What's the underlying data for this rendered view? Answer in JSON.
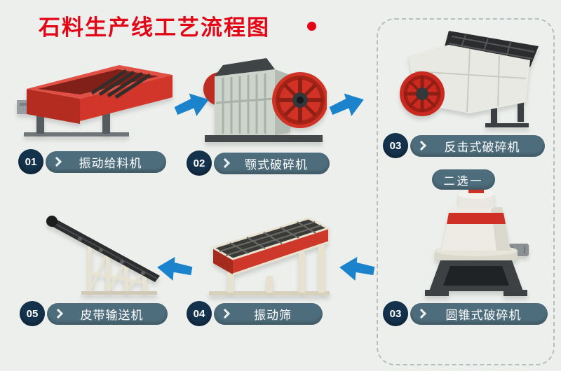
{
  "title": "石料生产线工艺流程图",
  "choice": {
    "label": "二选一"
  },
  "steps": [
    {
      "num": "01",
      "label": "振动给料机"
    },
    {
      "num": "02",
      "label": "颚式破碎机"
    },
    {
      "num": "03",
      "label": "反击式破碎机"
    },
    {
      "num": "03",
      "label": "圆锥式破碎机"
    },
    {
      "num": "04",
      "label": "振动筛"
    },
    {
      "num": "05",
      "label": "皮带输送机"
    }
  ],
  "colors": {
    "background": "#edefec",
    "title_red": "#e30617",
    "arrow_blue": "#1b82cc",
    "banner_slate": "#4e6d7c",
    "number_navy": "#14324c",
    "machine_red": "#d23226",
    "dashed_border": "#b7bec2"
  }
}
